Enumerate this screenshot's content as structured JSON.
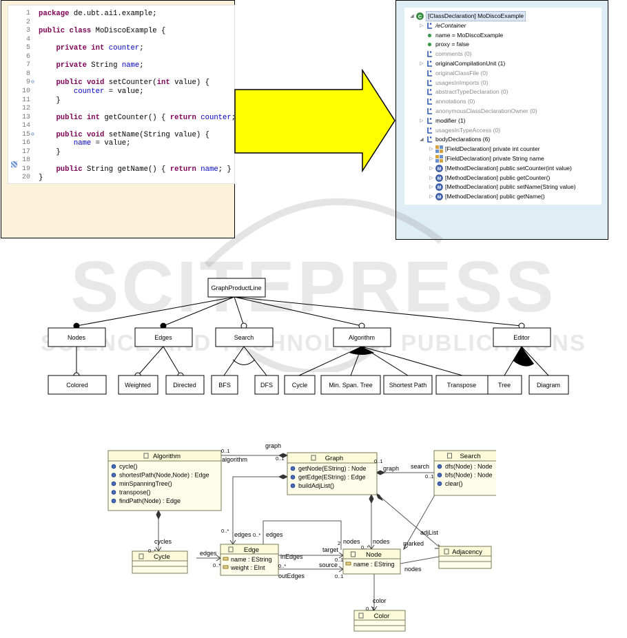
{
  "code_editor": {
    "lines": [
      {
        "n": "1",
        "parts": [
          [
            "kw",
            "package "
          ],
          [
            "blk",
            "de.ubt.ai1.example;"
          ]
        ]
      },
      {
        "n": "2",
        "parts": []
      },
      {
        "n": "3",
        "parts": [
          [
            "kw",
            "public class "
          ],
          [
            "blk",
            "MoDiscoExample {"
          ]
        ]
      },
      {
        "n": "4",
        "parts": []
      },
      {
        "n": "5",
        "parts": [
          [
            "blk",
            "    "
          ],
          [
            "kw",
            "private int "
          ],
          [
            "fld",
            "counter"
          ],
          [
            "blk",
            ";"
          ]
        ]
      },
      {
        "n": "6",
        "parts": []
      },
      {
        "n": "7",
        "parts": [
          [
            "blk",
            "    "
          ],
          [
            "kw",
            "private "
          ],
          [
            "blk",
            "String "
          ],
          [
            "fld",
            "name"
          ],
          [
            "blk",
            ";"
          ]
        ]
      },
      {
        "n": "8",
        "parts": []
      },
      {
        "n": "9",
        "marker": "⊖",
        "parts": [
          [
            "blk",
            "    "
          ],
          [
            "kw",
            "public void "
          ],
          [
            "blk",
            "setCounter("
          ],
          [
            "kw",
            "int "
          ],
          [
            "blk",
            "value) {"
          ]
        ]
      },
      {
        "n": "10",
        "parts": [
          [
            "blk",
            "        "
          ],
          [
            "fld",
            "counter"
          ],
          [
            "blk",
            " = value;"
          ]
        ]
      },
      {
        "n": "11",
        "parts": [
          [
            "blk",
            "    }"
          ]
        ]
      },
      {
        "n": "12",
        "parts": []
      },
      {
        "n": "13",
        "parts": [
          [
            "blk",
            "    "
          ],
          [
            "kw",
            "public int "
          ],
          [
            "blk",
            "getCounter() { "
          ],
          [
            "kw",
            "return "
          ],
          [
            "fld",
            "counter"
          ],
          [
            "blk",
            "; }"
          ]
        ]
      },
      {
        "n": "14",
        "parts": []
      },
      {
        "n": "15",
        "marker": "⊖",
        "parts": [
          [
            "blk",
            "    "
          ],
          [
            "kw",
            "public void "
          ],
          [
            "blk",
            "setName(String value) {"
          ]
        ]
      },
      {
        "n": "16",
        "parts": [
          [
            "blk",
            "        "
          ],
          [
            "fld",
            "name"
          ],
          [
            "blk",
            " = value;"
          ]
        ]
      },
      {
        "n": "17",
        "parts": [
          [
            "blk",
            "    }"
          ]
        ]
      },
      {
        "n": "18",
        "parts": []
      },
      {
        "n": "19",
        "parts": [
          [
            "blk",
            "    "
          ],
          [
            "kw",
            "public "
          ],
          [
            "blk",
            "String getName() { "
          ],
          [
            "kw",
            "return "
          ],
          [
            "fld",
            "name"
          ],
          [
            "blk",
            "; }"
          ]
        ]
      },
      {
        "n": "20",
        "parts": [
          [
            "blk",
            "}"
          ]
        ]
      }
    ]
  },
  "model_tree": {
    "rows": [
      {
        "lvl": 0,
        "exp": "◢",
        "icon": "class-declaration-icon",
        "text": "[ClassDeclaration] MoDiscoExample",
        "style": "sel"
      },
      {
        "lvl": 1,
        "exp": "▷",
        "icon": "reference-icon",
        "text": "/eContainer",
        "style": "italic"
      },
      {
        "lvl": 1,
        "exp": "",
        "icon": "attribute-icon",
        "text": "name = MoDiscoExample",
        "style": ""
      },
      {
        "lvl": 1,
        "exp": "",
        "icon": "attribute-icon",
        "text": "proxy = false",
        "style": ""
      },
      {
        "lvl": 1,
        "exp": "",
        "icon": "reference-icon",
        "text": "comments (0)",
        "style": "gray"
      },
      {
        "lvl": 1,
        "exp": "▷",
        "icon": "reference-icon",
        "text": "originalCompilationUnit (1)",
        "style": ""
      },
      {
        "lvl": 1,
        "exp": "",
        "icon": "reference-icon",
        "text": "originalClassFile (0)",
        "style": "gray"
      },
      {
        "lvl": 1,
        "exp": "",
        "icon": "reference-icon",
        "text": "usagesInImports (0)",
        "style": "gray"
      },
      {
        "lvl": 1,
        "exp": "",
        "icon": "reference-icon",
        "text": "abstractTypeDeclaration (0)",
        "style": "gray"
      },
      {
        "lvl": 1,
        "exp": "",
        "icon": "reference-icon",
        "text": "annotations (0)",
        "style": "gray"
      },
      {
        "lvl": 1,
        "exp": "",
        "icon": "reference-icon",
        "text": "anonymousClassDeclarationOwner (0)",
        "style": "gray"
      },
      {
        "lvl": 1,
        "exp": "▷",
        "icon": "reference-icon",
        "text": "modifier (1)",
        "style": ""
      },
      {
        "lvl": 1,
        "exp": "",
        "icon": "reference-icon",
        "text": "usagesInTypeAccess (0)",
        "style": "gray"
      },
      {
        "lvl": 1,
        "exp": "◢",
        "icon": "reference-icon",
        "text": "bodyDeclarations (6)",
        "style": ""
      },
      {
        "lvl": 2,
        "exp": "▷",
        "icon": "field-declaration-icon",
        "text": "[FieldDeclaration] private int counter",
        "style": ""
      },
      {
        "lvl": 2,
        "exp": "▷",
        "icon": "field-declaration-icon",
        "text": "[FieldDeclaration] private String name",
        "style": ""
      },
      {
        "lvl": 2,
        "exp": "▷",
        "icon": "method-declaration-icon",
        "text": "[MethodDeclaration] public setCounter(int value)",
        "style": ""
      },
      {
        "lvl": 2,
        "exp": "▷",
        "icon": "method-declaration-icon",
        "text": "[MethodDeclaration] public getCounter()",
        "style": ""
      },
      {
        "lvl": 2,
        "exp": "▷",
        "icon": "method-declaration-icon",
        "text": "[MethodDeclaration] public setName(String value)",
        "style": ""
      },
      {
        "lvl": 2,
        "exp": "▷",
        "icon": "method-declaration-icon",
        "text": "[MethodDeclaration] public getName()",
        "style": ""
      }
    ]
  },
  "feature_model": {
    "root": "GraphProductLine",
    "features": {
      "nodes": "Nodes",
      "edges": "Edges",
      "search": "Search",
      "algorithm": "Algorithm",
      "editor": "Editor",
      "colored": "Colored",
      "weighted": "Weighted",
      "directed": "Directed",
      "bfs": "BFS",
      "dfs": "DFS",
      "cycle": "Cycle",
      "min_span_tree": "Min. Span. Tree",
      "shortest_path": "Shortest Path",
      "transpose": "Transpose",
      "tree": "Tree",
      "diagram": "Diagram"
    }
  },
  "class_diagram": {
    "classes": {
      "algorithm": {
        "name": "Algorithm",
        "ops": [
          "cycle()",
          "shortestPath(Node,Node) : Edge",
          "minSpanningTree()",
          "transpose()",
          "findPath(Node) : Edge"
        ]
      },
      "graph": {
        "name": "Graph",
        "ops": [
          "getNode(EString) : Node",
          "getEdge(EString) : Edge",
          "buildAdjList()"
        ]
      },
      "search": {
        "name": "Search",
        "ops": [
          "dfs(Node) : Node",
          "bfs(Node) : Node",
          "clear()"
        ]
      },
      "cycle": {
        "name": "Cycle"
      },
      "edge": {
        "name": "Edge",
        "attrs": [
          "name : EString",
          "weight : EInt"
        ]
      },
      "node": {
        "name": "Node",
        "attrs": [
          "name : EString"
        ]
      },
      "adjacency": {
        "name": "Adjacency"
      },
      "color": {
        "name": "Color"
      }
    },
    "labels": {
      "graph": "graph",
      "algorithm": "algorithm",
      "search": "search",
      "cycles": "cycles",
      "edges": "edges",
      "nodes": "nodes",
      "inEdges": "inEdges",
      "outEdges": "outEdges",
      "target": "target",
      "source": "source",
      "marked": "marked",
      "adjList": "adjList",
      "color": "color",
      "m_0_1": "0..1",
      "m_0_star": "0..*",
      "m_2": "2",
      "m_1": "1"
    }
  },
  "watermark": {
    "title": "SCITEPRESS",
    "subtitle": "SCIENCE AND TECHNOLOGY PUBLICATIONS"
  },
  "colors": {
    "keyword": "#7f0055",
    "field": "#0000c0",
    "arrow_fill": "#ffff00",
    "class_header": "#fbfbd9",
    "class_body": "#fdfde9"
  }
}
